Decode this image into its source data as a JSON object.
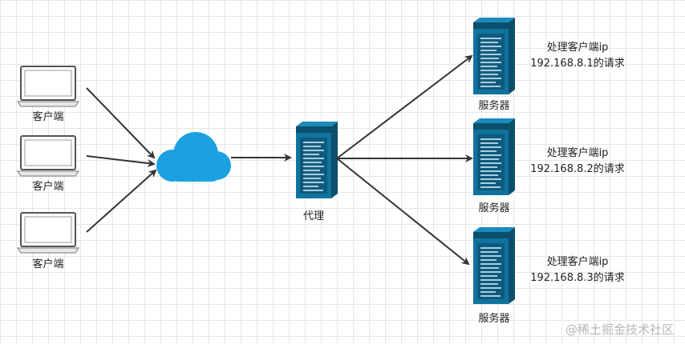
{
  "clients": [
    {
      "label": "客户端"
    },
    {
      "label": "客户端"
    },
    {
      "label": "客户端"
    }
  ],
  "proxy": {
    "label": "代理"
  },
  "servers": [
    {
      "label": "服务器",
      "note_line1": "处理客户端ip",
      "note_line2": "192.168.8.1的请求"
    },
    {
      "label": "服务器",
      "note_line1": "处理客户端ip",
      "note_line2": "192.168.8.2的请求"
    },
    {
      "label": "服务器",
      "note_line1": "处理客户端ip",
      "note_line2": "192.168.8.3的请求"
    }
  ],
  "watermark": "@稀土掘金技术社区",
  "colors": {
    "cloud": "#1ba1e2",
    "server_body": "#10739e",
    "server_dark": "#0b4f6c",
    "arrow": "#333333",
    "laptop_frame": "#555555"
  }
}
